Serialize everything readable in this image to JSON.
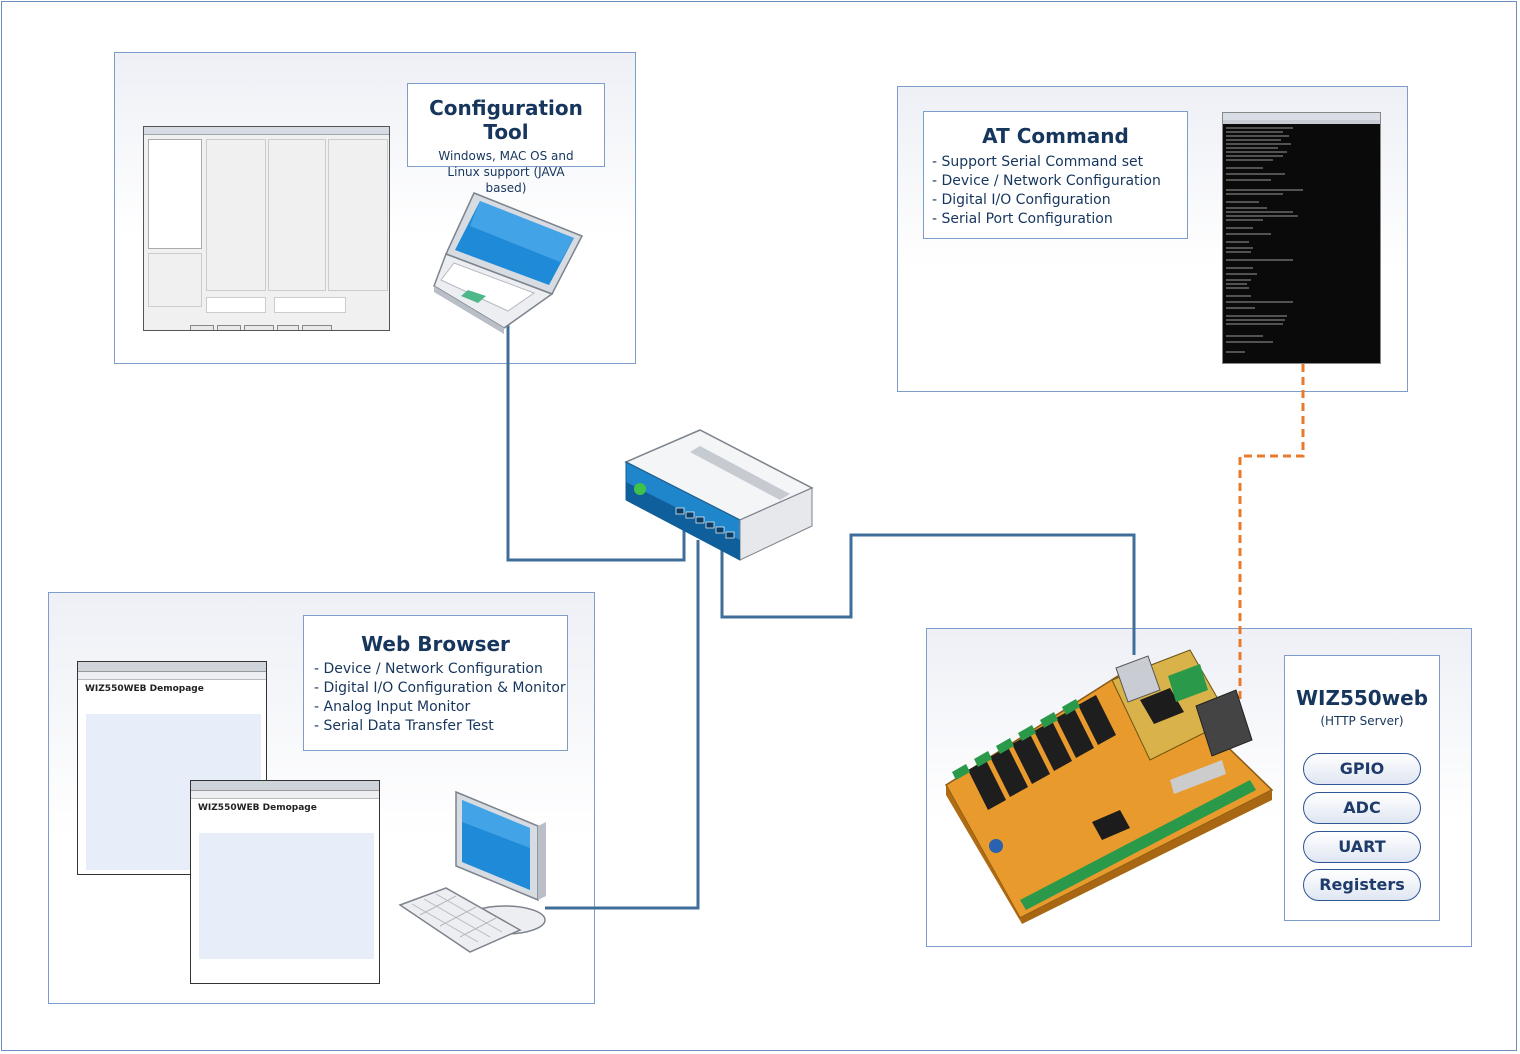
{
  "config_tool": {
    "title": "Configuration Tool",
    "description": "Windows, MAC OS and Linux support (JAVA based)"
  },
  "at_command": {
    "title": "AT Command",
    "items": [
      "- Support Serial Command set",
      "- Device / Network Configuration",
      "- Digital I/O Configuration",
      "- Serial Port Configuration"
    ]
  },
  "web_browser": {
    "title": "Web Browser",
    "items": [
      "- Device / Network Configuration",
      "- Digital I/O Configuration & Monitor",
      "- Analog Input Monitor",
      "- Serial Data Transfer Test"
    ],
    "demopage_title": "WIZ550WEB Demopage"
  },
  "device": {
    "title": "WIZ550web",
    "subtitle": "(HTTP Server)",
    "features": [
      "GPIO",
      "ADC",
      "UART",
      "Registers"
    ]
  },
  "colors": {
    "line_solid": "#3f6e9a",
    "line_dashed": "#e87a2c",
    "border": "#7f9dca",
    "text": "#17365d"
  }
}
